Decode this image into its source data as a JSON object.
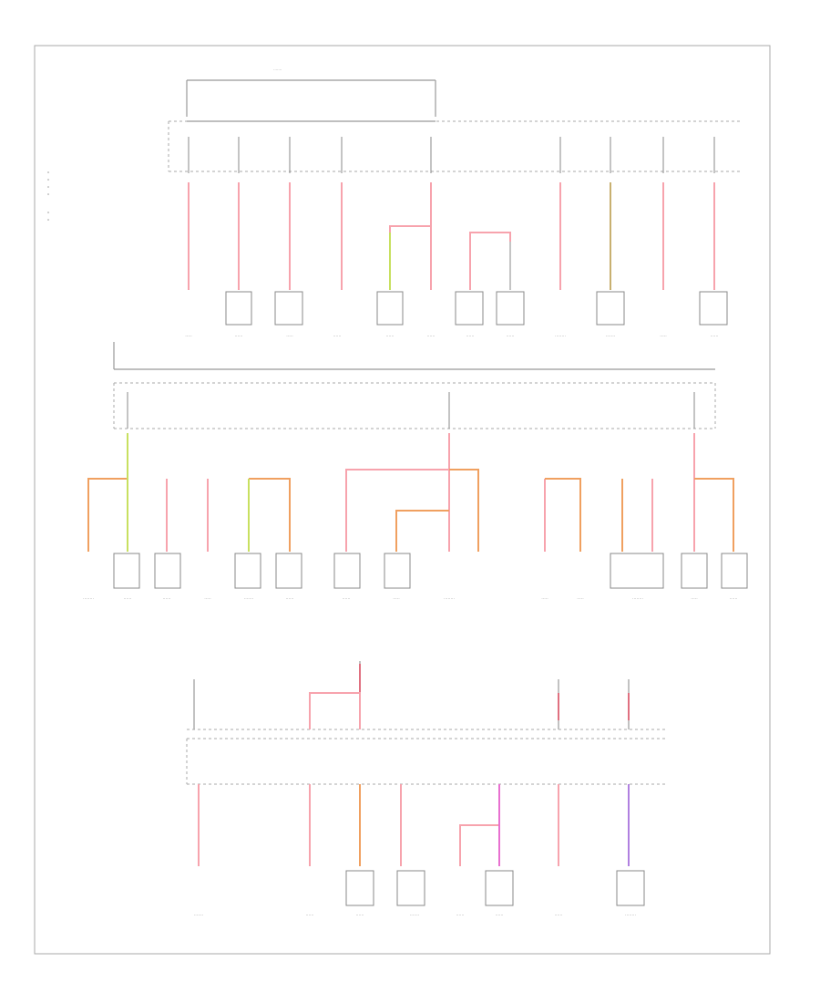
{
  "legend": {
    "items": [
      "",
      "",
      "",
      "",
      "",
      ""
    ]
  },
  "colors": {
    "pink": "#f7a3ad",
    "orange": "#f0a060",
    "yellow_green": "#c8e060",
    "tan": "#c8b070",
    "magenta": "#e870d0",
    "violet": "#b080e0",
    "line": "#999999"
  },
  "sections": [
    {
      "name": "top-fuse-block",
      "branch_count": 11
    },
    {
      "name": "middle-fuse-block",
      "branch_count": 3
    },
    {
      "name": "bottom-fuse-block",
      "branch_count": 8
    }
  ],
  "footer": {
    "page_number": ""
  }
}
